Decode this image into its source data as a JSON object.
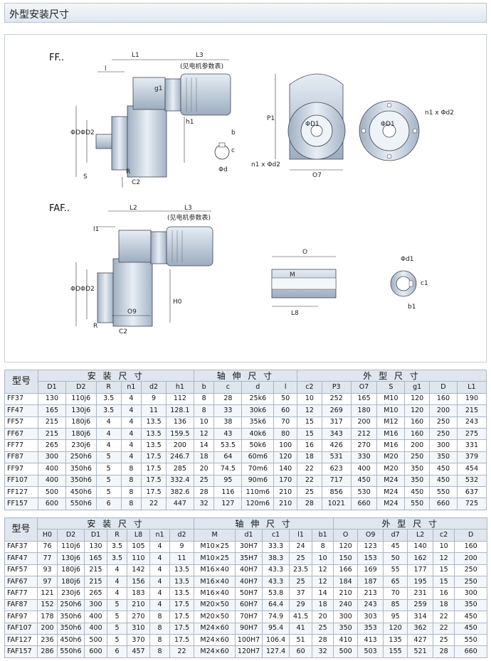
{
  "title": "外型安装尺寸",
  "drawing": {
    "ff_label": "FF..",
    "faf_label": "FAF..",
    "motor_note": "(见电机参数表)",
    "labels": {
      "L1": "L1",
      "L2": "L2",
      "L3": "L3",
      "l": "l",
      "l1": "l1",
      "g1": "g1",
      "h1": "h1",
      "D": "ΦD",
      "D2": "ΦD2",
      "S": "S",
      "R": "R",
      "C2": "C2",
      "b": "b",
      "d": "Φd",
      "c": "c",
      "P1": "P1",
      "D1": "ΦD1",
      "O7": "O7",
      "n1d2": "n1 x Φd2",
      "O": "O",
      "M": "M",
      "L8": "L8",
      "O9": "O9",
      "H0": "H0",
      "d1": "Φd1",
      "c1": "c1",
      "b1": "b1"
    }
  },
  "table1": {
    "model_header": "型号",
    "groups": [
      "安 装 尺 寸",
      "轴 伸 尺 寸",
      "外 型 尺 寸"
    ],
    "columns": [
      "D1",
      "D2",
      "R",
      "n1",
      "d2",
      "h1",
      "b",
      "c",
      "d",
      "l",
      "c2",
      "P3",
      "O7",
      "S",
      "g1",
      "D",
      "L1"
    ],
    "rows": [
      [
        "FF37",
        "130",
        "110j6",
        "3.5",
        "4",
        "9",
        "112",
        "8",
        "28",
        "25k6",
        "50",
        "10",
        "252",
        "165",
        "M10",
        "120",
        "160",
        "190"
      ],
      [
        "FF47",
        "165",
        "130j6",
        "3.5",
        "4",
        "11",
        "128.1",
        "8",
        "33",
        "30k6",
        "60",
        "12",
        "269",
        "180",
        "M10",
        "120",
        "200",
        "215"
      ],
      [
        "FF57",
        "215",
        "180j6",
        "4",
        "4",
        "13.5",
        "136",
        "10",
        "38",
        "35k6",
        "70",
        "15",
        "317",
        "200",
        "M12",
        "160",
        "250",
        "243"
      ],
      [
        "FF67",
        "215",
        "180j6",
        "4",
        "4",
        "13.5",
        "159.5",
        "12",
        "43",
        "40k6",
        "80",
        "15",
        "343",
        "212",
        "M16",
        "160",
        "250",
        "275"
      ],
      [
        "FF77",
        "265",
        "230j6",
        "4",
        "4",
        "13.5",
        "200",
        "14",
        "53.5",
        "50k6",
        "100",
        "16",
        "426",
        "270",
        "M16",
        "200",
        "300",
        "331"
      ],
      [
        "FF87",
        "300",
        "250h6",
        "5",
        "4",
        "17.5",
        "246.7",
        "18",
        "64",
        "60m6",
        "120",
        "18",
        "531",
        "330",
        "M20",
        "250",
        "350",
        "379"
      ],
      [
        "FF97",
        "400",
        "350h6",
        "5",
        "8",
        "17.5",
        "285",
        "20",
        "74.5",
        "70m6",
        "140",
        "22",
        "623",
        "400",
        "M20",
        "350",
        "450",
        "454"
      ],
      [
        "FF107",
        "400",
        "350h6",
        "5",
        "8",
        "17.5",
        "332.4",
        "25",
        "95",
        "90m6",
        "170",
        "22",
        "717",
        "450",
        "M24",
        "350",
        "450",
        "532"
      ],
      [
        "FF127",
        "500",
        "450h6",
        "5",
        "8",
        "17.5",
        "382.6",
        "28",
        "116",
        "110m6",
        "210",
        "25",
        "856",
        "530",
        "M24",
        "450",
        "550",
        "637"
      ],
      [
        "FF157",
        "600",
        "550h6",
        "6",
        "8",
        "22",
        "447",
        "32",
        "127",
        "120m6",
        "210",
        "28",
        "1021",
        "660",
        "M24",
        "550",
        "660",
        "725"
      ]
    ]
  },
  "table2": {
    "model_header": "型号",
    "groups": [
      "安 装 尺 寸",
      "轴 伸 尺 寸",
      "外 型 尺 寸"
    ],
    "columns": [
      "H0",
      "D2",
      "D1",
      "R",
      "L8",
      "n1",
      "d2",
      "M",
      "d1",
      "c1",
      "l1",
      "b1",
      "O",
      "O9",
      "d7",
      "L2",
      "c2",
      "D"
    ],
    "rows": [
      [
        "FAF37",
        "76",
        "110j6",
        "130",
        "3.5",
        "105",
        "4",
        "9",
        "M10×25",
        "30H7",
        "33.3",
        "24",
        "8",
        "120",
        "123",
        "45",
        "140",
        "10",
        "160"
      ],
      [
        "FAF47",
        "77",
        "130j6",
        "165",
        "3.5",
        "110",
        "4",
        "11",
        "M10×25",
        "35H7",
        "38.3",
        "25",
        "10",
        "150",
        "153",
        "50",
        "162",
        "12",
        "200"
      ],
      [
        "FAF57",
        "93",
        "180j6",
        "215",
        "4",
        "142",
        "4",
        "13.5",
        "M16×40",
        "40H7",
        "43.3",
        "23.5",
        "12",
        "166",
        "169",
        "55",
        "177",
        "15",
        "250"
      ],
      [
        "FAF67",
        "97",
        "180j6",
        "215",
        "4",
        "156",
        "4",
        "13.5",
        "M16×40",
        "40H7",
        "43.3",
        "25",
        "12",
        "184",
        "187",
        "65",
        "195",
        "15",
        "250"
      ],
      [
        "FAF77",
        "121",
        "230j6",
        "265",
        "4",
        "183",
        "4",
        "13.5",
        "M16×40",
        "50H7",
        "53.8",
        "37",
        "14",
        "210",
        "213",
        "70",
        "231",
        "16",
        "300"
      ],
      [
        "FAF87",
        "152",
        "250h6",
        "300",
        "5",
        "210",
        "4",
        "17.5",
        "M20×50",
        "60H7",
        "64.4",
        "29",
        "18",
        "240",
        "243",
        "85",
        "259",
        "18",
        "350"
      ],
      [
        "FAF97",
        "178",
        "350h6",
        "400",
        "5",
        "270",
        "8",
        "17.5",
        "M20×50",
        "70H7",
        "74.9",
        "41.5",
        "20",
        "300",
        "303",
        "95",
        "314",
        "22",
        "450"
      ],
      [
        "FAF107",
        "200",
        "350h6",
        "400",
        "5",
        "310",
        "8",
        "17.5",
        "M24×60",
        "90H7",
        "95.4",
        "41",
        "25",
        "350",
        "353",
        "120",
        "362",
        "22",
        "450"
      ],
      [
        "FAF127",
        "236",
        "450h6",
        "500",
        "5",
        "370",
        "8",
        "17.5",
        "M24×60",
        "100H7",
        "106.4",
        "51",
        "28",
        "410",
        "413",
        "135",
        "427",
        "25",
        "550"
      ],
      [
        "FAF157",
        "286",
        "550h6",
        "600",
        "6",
        "457",
        "8",
        "22",
        "M24×60",
        "120H7",
        "127.4",
        "60",
        "32",
        "500",
        "503",
        "155",
        "521",
        "28",
        "660"
      ]
    ]
  }
}
